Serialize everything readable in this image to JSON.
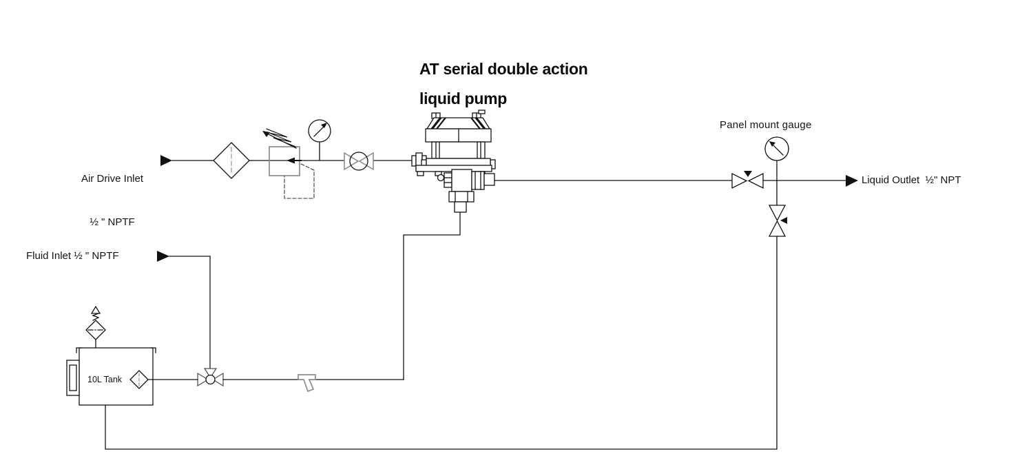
{
  "title": {
    "line1": "AT  serial double action",
    "line2": "liquid pump"
  },
  "labels": {
    "air_drive_inlet_line1": "Air Drive Inlet",
    "air_drive_inlet_line2": "½ \" NPTF",
    "fluid_inlet": "Fluid Inlet ½ \" NPTF",
    "panel_mount_gauge": "Panel mount gauge",
    "liquid_outlet": "Liquid Outlet  ½\" NPT",
    "tank_label": "10L Tank"
  },
  "components": {
    "air_inlet_arrow": "flow-arrow-right",
    "air_filter": "filter-icon",
    "regulator": "pressure-regulator-icon",
    "air_gauge": "pressure-gauge-icon",
    "air_shutoff_valve": "globe-valve-icon",
    "pump": "double-action-liquid-pump",
    "panel_gauge": "pressure-gauge-icon",
    "outlet_valve": "needle-valve-icon",
    "return_valve": "needle-valve-icon",
    "liquid_outlet_arrow": "flow-arrow-right",
    "fluid_inlet_arrow": "flow-arrow-right",
    "three_way_valve": "three-way-valve-icon",
    "dispensing_gun": "dispensing-gun-icon",
    "suction_filter": "filter-icon",
    "tank_breather": "breather-filter-icon",
    "tank_level_gauge": "level-gauge-icon",
    "tank": "10-liter-tank"
  },
  "colors": {
    "line": "#111111",
    "component_outline_gray": "#8c8c8c",
    "background": "#ffffff"
  }
}
